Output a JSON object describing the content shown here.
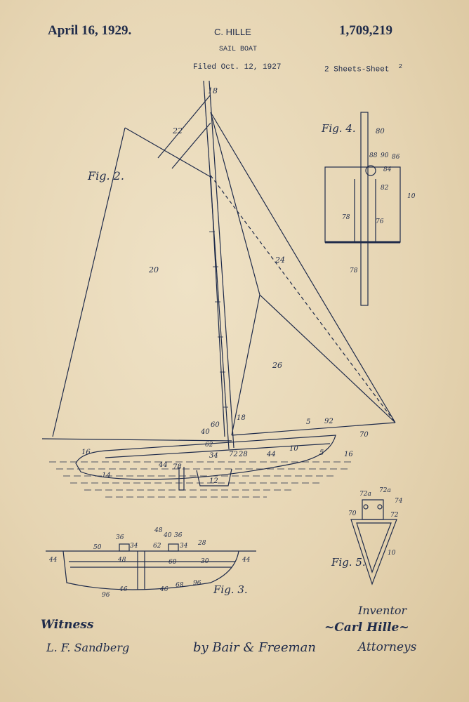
{
  "header": {
    "date": "April 16, 1929.",
    "inventor": "C. HILLE",
    "title": "SAIL BOAT",
    "filed": "Filed Oct. 12, 1927",
    "sheets": "2 Sheets-Sheet",
    "sheet_no": "2",
    "patent_number": "1,709,219"
  },
  "figures": {
    "fig2": "Fig. 2.",
    "fig3": "Fig. 3.",
    "fig4": "Fig. 4.",
    "fig5": "Fig. 5."
  },
  "ref_numbers": {
    "fig2": [
      "18",
      "22",
      "20",
      "24",
      "26",
      "18",
      "40",
      "60",
      "62",
      "34",
      "72",
      "28",
      "10",
      "5",
      "92",
      "70",
      "16",
      "14",
      "44",
      "78",
      "12",
      "44",
      "5",
      "16"
    ],
    "fig4": [
      "80",
      "88",
      "90",
      "86",
      "84",
      "82",
      "10",
      "78",
      "76",
      "78"
    ],
    "fig3": [
      "36",
      "48",
      "40",
      "36",
      "50",
      "34",
      "62",
      "34",
      "28",
      "48",
      "60",
      "30",
      "44",
      "44",
      "96",
      "46",
      "46",
      "68",
      "96"
    ],
    "fig5": [
      "72a",
      "72a",
      "74",
      "70",
      "72",
      "10"
    ]
  },
  "signatures": {
    "witness_label": "Witness",
    "witness": "L. F. Sandberg",
    "inventor_label": "Inventor",
    "inventor": "~Carl Hille~",
    "attorneys_by": "by Bair & Freeman",
    "attorneys_label": "Attorneys"
  },
  "colors": {
    "paper": "#e6d5b3",
    "ink": "#1f2b4a"
  }
}
